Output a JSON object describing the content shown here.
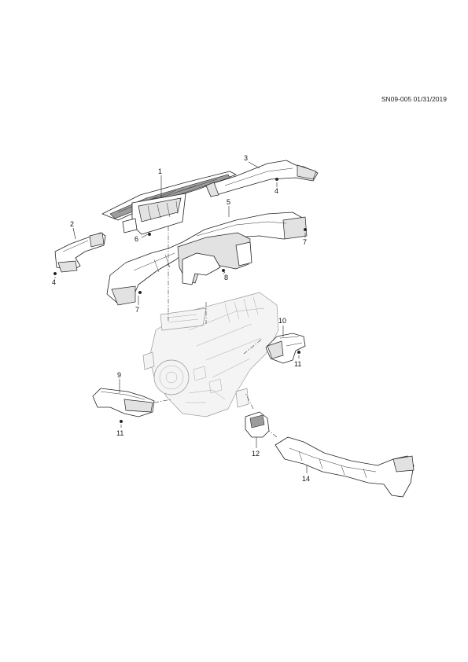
{
  "header": {
    "document_code": "SN09-005 01/31/2019"
  },
  "callouts": {
    "c1": "1",
    "c2": "2",
    "c3": "3",
    "c4a": "4",
    "c4b": "4",
    "c5": "5",
    "c6": "6",
    "c7a": "7",
    "c7b": "7",
    "c8": "8",
    "c9": "9",
    "c10": "10",
    "c11a": "11",
    "c11b": "11",
    "c12": "12",
    "c14": "14"
  }
}
